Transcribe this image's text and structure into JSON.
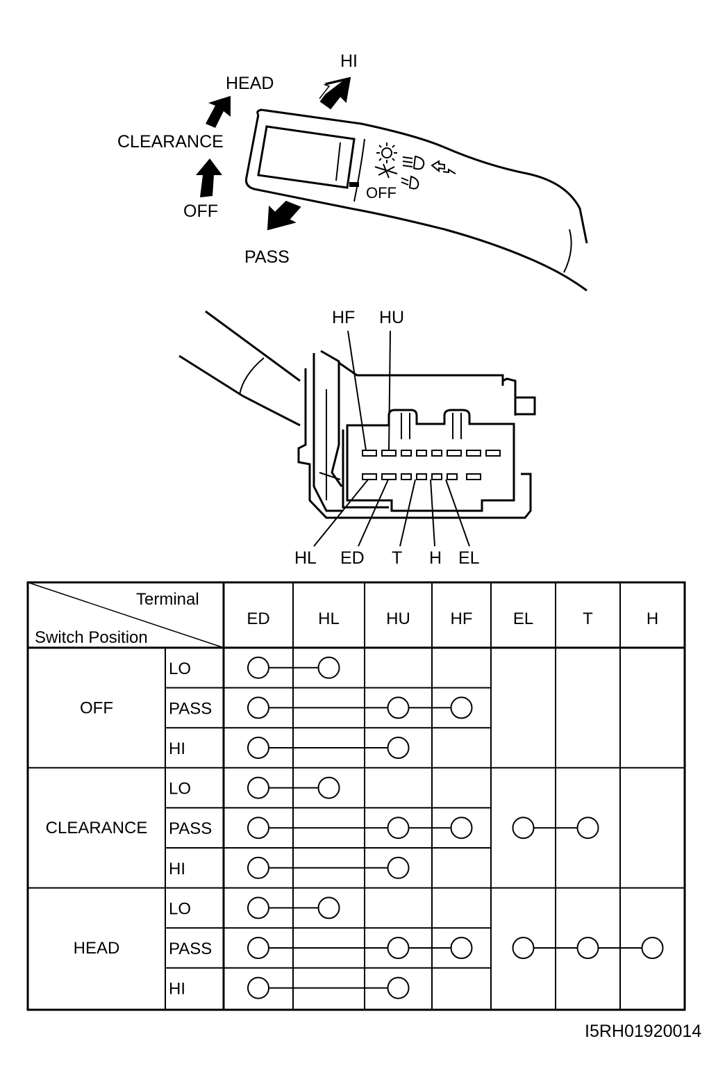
{
  "lever": {
    "labels": {
      "hi": "HI",
      "head": "HEAD",
      "clearance": "CLEARANCE",
      "off": "OFF",
      "pass": "PASS"
    },
    "body_text": "OFF"
  },
  "connector": {
    "top_labels": [
      "HF",
      "HU"
    ],
    "bottom_labels": [
      "HL",
      "ED",
      "T",
      "H",
      "EL"
    ]
  },
  "table": {
    "header_terminal": "Terminal",
    "header_switch_position": "Switch Position",
    "terminals": [
      "ED",
      "HL",
      "HU",
      "HF",
      "EL",
      "T",
      "H"
    ],
    "groups": [
      {
        "name": "OFF",
        "rows": [
          {
            "label": "LO",
            "connected": [
              0,
              1
            ]
          },
          {
            "label": "PASS",
            "connected": [
              0,
              2,
              3
            ]
          },
          {
            "label": "HI",
            "connected": [
              0,
              2
            ]
          }
        ],
        "group_connected": []
      },
      {
        "name": "CLEARANCE",
        "rows": [
          {
            "label": "LO",
            "connected": [
              0,
              1
            ]
          },
          {
            "label": "PASS",
            "connected": [
              0,
              2,
              3
            ]
          },
          {
            "label": "HI",
            "connected": [
              0,
              2
            ]
          }
        ],
        "group_connected": [
          4,
          5
        ]
      },
      {
        "name": "HEAD",
        "rows": [
          {
            "label": "LO",
            "connected": [
              0,
              1
            ]
          },
          {
            "label": "PASS",
            "connected": [
              0,
              2,
              3
            ]
          },
          {
            "label": "HI",
            "connected": [
              0,
              2
            ]
          }
        ],
        "group_connected": [
          4,
          5,
          6
        ]
      }
    ]
  },
  "figure_code": "I5RH01920014"
}
